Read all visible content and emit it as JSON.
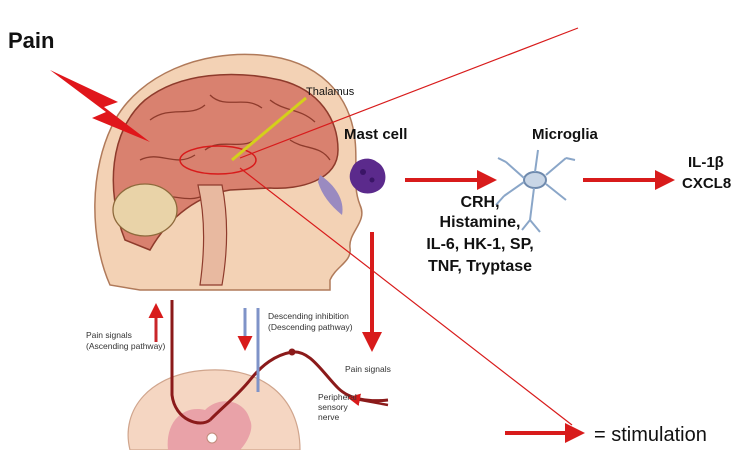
{
  "title": "Pain",
  "labels": {
    "thalamus": "Thalamus",
    "mast_cell": "Mast cell",
    "microglia": "Microglia",
    "il1b": "IL-1β",
    "cxcl8": "CXCL8"
  },
  "mediators": [
    "CRH,",
    "Histamine,",
    "IL-6, HK-1, SP,",
    "TNF, Tryptase"
  ],
  "spinal": {
    "ascending_1": "Pain signals",
    "ascending_2": "(Ascending pathway)",
    "descending_1": "Descending inhibition",
    "descending_2": "(Descending pathway)",
    "pain_signals": "Pain signals",
    "peripheral_1": "Peripheral",
    "peripheral_2": "sensory",
    "peripheral_3": "nerve"
  },
  "legend": {
    "text": "= stimulation"
  },
  "colors": {
    "arrow": "#d81b1b",
    "brain": "#d9816f",
    "skin": "#f3d2b5",
    "mast": "#5b2a8c",
    "microglia": "#8aa6c8"
  }
}
